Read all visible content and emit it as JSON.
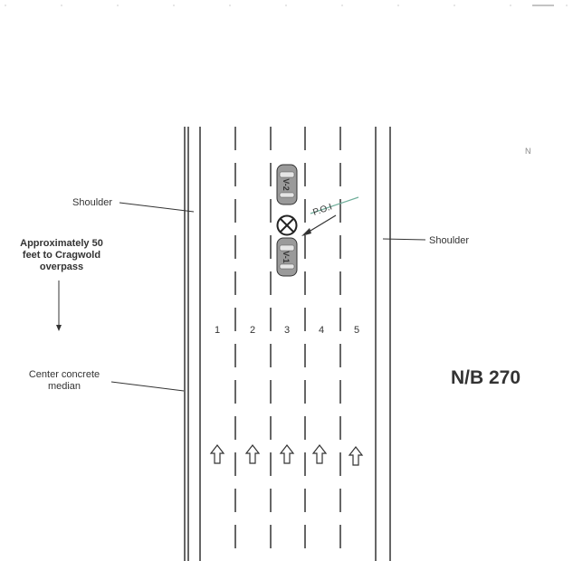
{
  "diagram": {
    "labels": {
      "shoulder_left": "Shoulder",
      "shoulder_right": "Shoulder",
      "overpass_note": [
        "Approximately 50",
        "feet to Cragwold",
        "overpass"
      ],
      "median_note": [
        "Center concrete",
        "median"
      ],
      "north": "N",
      "poi": "P.O.I",
      "direction": "N/B 270"
    },
    "lanes": [
      "1",
      "2",
      "3",
      "4",
      "5"
    ],
    "vehicles": [
      "V-2",
      "V-1"
    ],
    "colors": {
      "ink": "#333333",
      "vehicle_fill": "#9a9a9a",
      "vehicle_window": "#e6e6e6",
      "poi_line": "#6fae9a",
      "faint": "#bbbbbb"
    }
  }
}
